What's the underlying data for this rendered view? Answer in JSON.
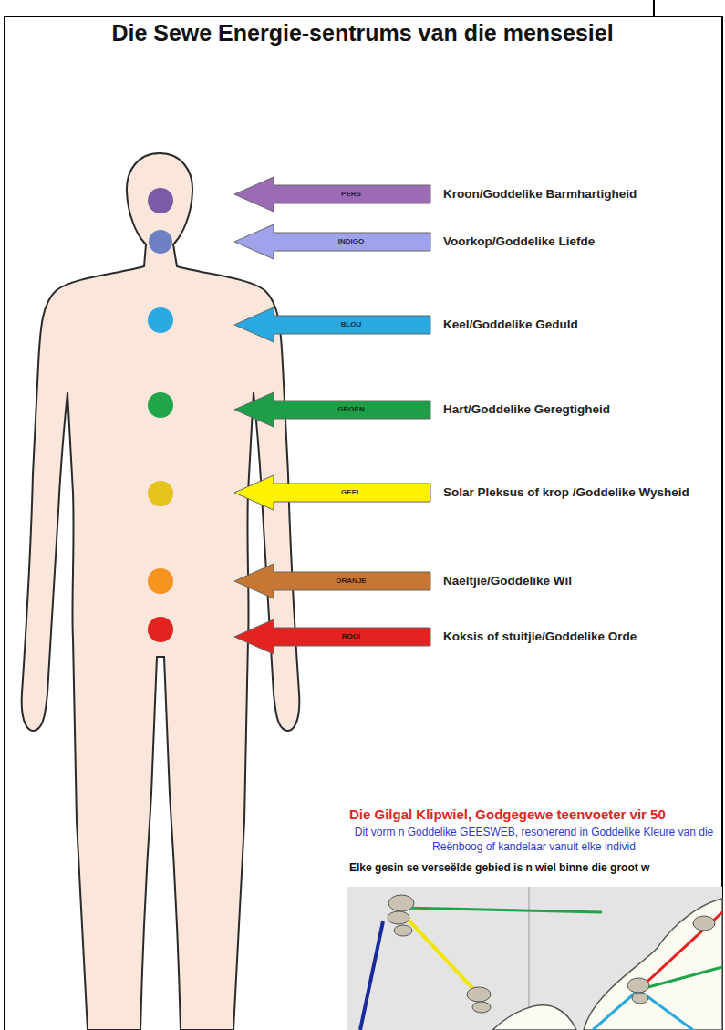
{
  "diagram": {
    "title": "Die Sewe Energie-sentrums van die mensesiel",
    "nodes": [
      {
        "text": [
          "PERS",
          "Kroon/Goddelike Barmhartigheid"
        ]
      },
      {
        "text": [
          "INDIGO",
          "Voorkop/Goddelike Liefde"
        ]
      },
      {
        "text": [
          "BLOU",
          "Keel/Goddelike Geduld"
        ]
      },
      {
        "text": [
          "GROEN",
          "Hart/Goddelike Geregtigheid"
        ]
      },
      {
        "text": [
          "GEEL",
          "Solar Pleksus of krop /Goddelike Wysheid"
        ]
      },
      {
        "text": [
          "ORANJE",
          "Naeltjie/Goddelike Wil"
        ]
      },
      {
        "text": [
          "ROOI",
          "Koksis of stuitjie/Goddelike Orde"
        ]
      }
    ],
    "labels": [
      "Die Gilgal Klipwiel, Godgegewe teenvoeter vir 50",
      "Dit vorm n Goddelike GEESWEB, resonerend in Goddelike Kleure van die Reënboog of kandelaar vanuit elke individ",
      "Elke gesin se verseëlde gebied is n wiel binne die groot w"
    ]
  }
}
